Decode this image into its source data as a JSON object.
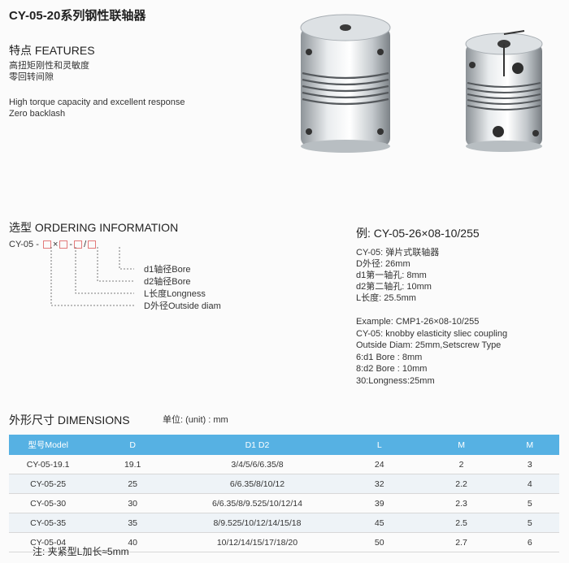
{
  "title": "CY-05-20系列钢性联轴器",
  "features": {
    "heading": "特点 FEATURES",
    "cn_lines": [
      "高扭矩刚性和灵敏度",
      "零回转间隙"
    ],
    "en_lines": [
      "High torque capacity and excellent response",
      "Zero backlash"
    ]
  },
  "ordering": {
    "heading": "选型 ORDERING INFORMATION",
    "prefix": "CY-05 -",
    "sep_dash": "-",
    "sep_x": "×",
    "sep_slash": "/",
    "labels": [
      "d1轴径Bore",
      "d2轴径Bore",
      "L长度Longness",
      "D外径Outside diam"
    ]
  },
  "example": {
    "heading": "例:  CY-05-26×08-10/255",
    "cn_lines": [
      "CY-05:  弹片式联轴器",
      "D外径:  26mm",
      "d1第一轴孔:  8mm",
      "d2第二轴孔:  10mm",
      "L长度:  25.5mm"
    ],
    "en_lines": [
      "Example:  CMP1-26×08-10/255",
      "CY-05: knobby elasticity sliec coupling",
      "Outside Diam: 25mm,Setscrew Type",
      "6:d1 Bore : 8mm",
      "8:d2 Bore : 10mm",
      "30:Longness:25mm"
    ]
  },
  "dimensions": {
    "heading": "外形尺寸 DIMENSIONS",
    "unit": "单位:  (unit) : mm",
    "headers": [
      "型号Model",
      "D",
      "D1   D2",
      "L",
      "M",
      "M"
    ],
    "rows": [
      [
        "CY-05-19.1",
        "19.1",
        "3/4/5/6/6.35/8",
        "24",
        "2",
        "3"
      ],
      [
        "CY-05-25",
        "25",
        "6/6.35/8/10/12",
        "32",
        "2.2",
        "4"
      ],
      [
        "CY-05-30",
        "30",
        "6/6.35/8/9.525/10/12/14",
        "39",
        "2.3",
        "5"
      ],
      [
        "CY-05-35",
        "35",
        "8/9.525/10/12/14/15/18",
        "45",
        "2.5",
        "5"
      ],
      [
        "CY-05-04",
        "40",
        "10/12/14/15/17/18/20",
        "50",
        "2.7",
        "6"
      ]
    ],
    "note": "注:  夹紧型L加长≈5mm"
  }
}
